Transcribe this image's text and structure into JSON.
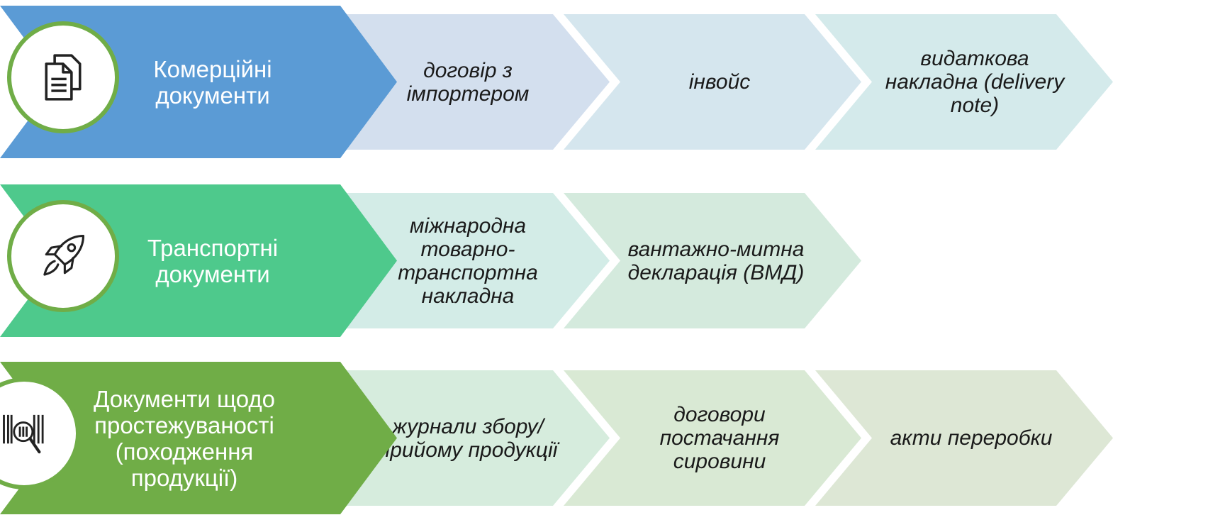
{
  "rows": [
    {
      "title": "Комерційні документи",
      "icon": "documents-icon",
      "colors": {
        "main": "#5b9bd5",
        "sub": "#d5e1ef",
        "ring": "#70ad47"
      },
      "items": [
        "договір з імпортером",
        "інвойс",
        "видаткова накладна (delivery note)"
      ]
    },
    {
      "title": "Транспортні документи",
      "icon": "rocket-icon",
      "colors": {
        "main": "#4ec98c",
        "sub": "#d3ece3",
        "ring": "#70ad47"
      },
      "items": [
        "міжнародна товарно-транспортна накладна",
        "вантажно-митна декларація (ВМД)"
      ]
    },
    {
      "title": "Документи щодо простежуваності (походження продукції)",
      "icon": "barcode-search-icon",
      "colors": {
        "main": "#70ad47",
        "sub": "#dbe9d5",
        "ring": "#70ad47"
      },
      "items": [
        "журнали збору/прийому продукції",
        "договори постачання сировини",
        "акти переробки"
      ]
    }
  ]
}
